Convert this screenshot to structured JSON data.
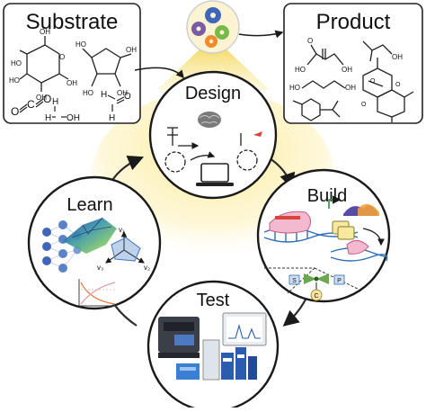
{
  "substrate": {
    "title": "Substrate",
    "labels": {
      "ho": "HO",
      "oh": "OH",
      "h": "H",
      "o": "O",
      "c": "C"
    }
  },
  "product": {
    "title": "Product",
    "labels": {
      "ho": "HO",
      "oh": "OH",
      "o": "O"
    }
  },
  "stages": {
    "design": {
      "label": "Design"
    },
    "build": {
      "label": "Build"
    },
    "test": {
      "label": "Test"
    },
    "learn": {
      "label": "Learn"
    }
  },
  "build_detail": {
    "s": "S",
    "p": "P",
    "c": "C"
  },
  "learn_detail": {
    "v1": "v₁",
    "v2": "v₂",
    "v3": "v₃"
  },
  "colors": {
    "outline": "#1a1a1a",
    "cycle_arrow": "#2b2b2b",
    "glow": "#f5e17a",
    "gear_blue": "#3f66b8",
    "gear_green": "#78b94a",
    "gear_orange": "#f08a2c",
    "gear_purple": "#7b5aa6",
    "dna_blue": "#2f6fb5",
    "dna_red": "#d9453a",
    "valve_green": "#6aa84f",
    "hex_blue": "#4a7fc1",
    "instrument_blue": "#2a5db0"
  }
}
